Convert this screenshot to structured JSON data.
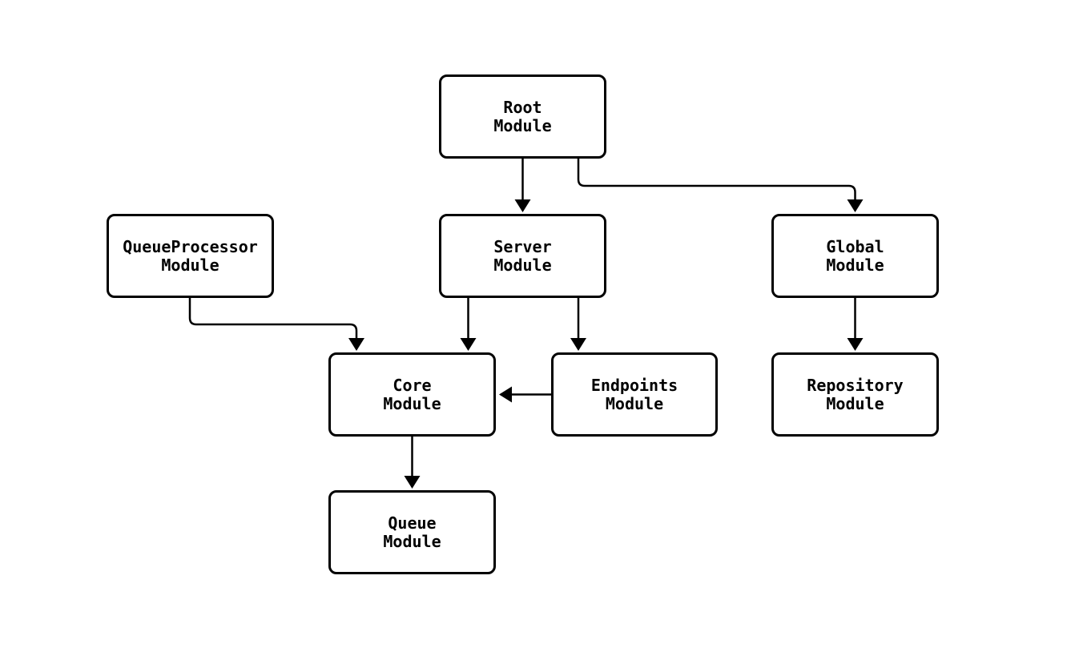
{
  "diagram": {
    "type": "module-dependency-flowchart",
    "colors": {
      "stroke": "#000000",
      "background": "#ffffff",
      "node_fill": "#ffffff",
      "text": "#000000"
    },
    "nodes": [
      {
        "id": "root",
        "line1": "Root",
        "line2": "Module"
      },
      {
        "id": "queueprocessor",
        "line1": "QueueProcessor",
        "line2": "Module"
      },
      {
        "id": "server",
        "line1": "Server",
        "line2": "Module"
      },
      {
        "id": "global",
        "line1": "Global",
        "line2": "Module"
      },
      {
        "id": "core",
        "line1": "Core",
        "line2": "Module"
      },
      {
        "id": "endpoints",
        "line1": "Endpoints",
        "line2": "Module"
      },
      {
        "id": "repository",
        "line1": "Repository",
        "line2": "Module"
      },
      {
        "id": "queue",
        "line1": "Queue",
        "line2": "Module"
      }
    ],
    "edges": [
      {
        "from": "root",
        "to": "server"
      },
      {
        "from": "root",
        "to": "global"
      },
      {
        "from": "queueprocessor",
        "to": "core"
      },
      {
        "from": "server",
        "to": "core"
      },
      {
        "from": "server",
        "to": "endpoints"
      },
      {
        "from": "endpoints",
        "to": "core"
      },
      {
        "from": "core",
        "to": "queue"
      },
      {
        "from": "global",
        "to": "repository"
      }
    ]
  }
}
